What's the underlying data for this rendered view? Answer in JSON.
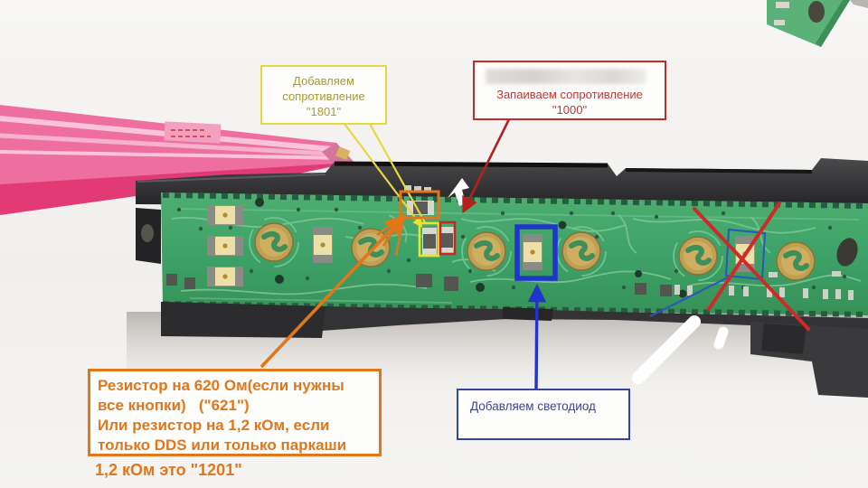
{
  "callouts": {
    "yellow": {
      "lines": [
        "Добавляем",
        "сопротивление",
        "\"1801\""
      ]
    },
    "red": {
      "lines": [
        "Запаиваем сопротивление",
        "\"1000\""
      ]
    },
    "orange": {
      "lines": [
        "Резистор на 620 Ом(если нужны",
        "все кнопки)   (\"621\")",
        "Или резистор на 1,2 кОм, если",
        "только DDS или только паркаши"
      ],
      "footnote": "1,2 кОм это \"1201\""
    },
    "blue": {
      "label": "Добавляем светодиод"
    }
  },
  "annotation_colors": {
    "yellow_box": "#e8d73e",
    "yellow_highlight": "#ece32c",
    "red_box": "#c22a26",
    "orange_box": "#e2761b",
    "blue_callout": "#36449b",
    "blue_highlight": "#2134cb",
    "blue_thin": "#2b55c0",
    "red_cross": "#cf2a28",
    "pcb_green": "#3da268"
  }
}
